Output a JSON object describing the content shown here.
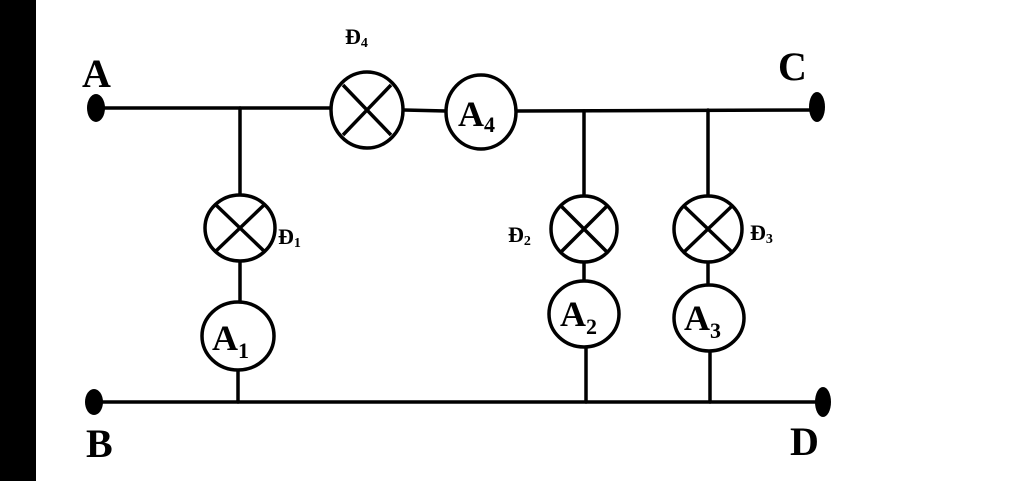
{
  "colors": {
    "ink": "#000000",
    "left_bar": "#000000",
    "background": "#ffffff"
  },
  "terminals": {
    "a": "A",
    "b": "B",
    "c": "C",
    "d": "D"
  },
  "lamps": {
    "d1": {
      "main": "Đ",
      "sub": "1"
    },
    "d2": {
      "main": "Đ",
      "sub": "2"
    },
    "d3": {
      "main": "Đ",
      "sub": "3"
    },
    "d4": {
      "main": "Đ",
      "sub": "4"
    }
  },
  "ammeters": {
    "a1": {
      "main": "A",
      "sub": "1"
    },
    "a2": {
      "main": "A",
      "sub": "2"
    },
    "a3": {
      "main": "A",
      "sub": "3"
    },
    "a4": {
      "main": "A",
      "sub": "4"
    }
  }
}
